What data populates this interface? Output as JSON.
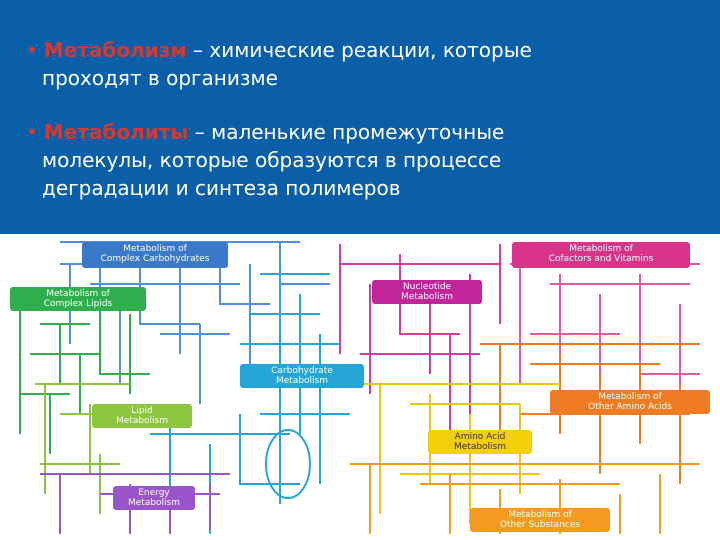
{
  "bullets": [
    {
      "marker": "•",
      "term": "Метаболизм",
      "line1": " – химические реакции, которые",
      "line2": "проходят в организме"
    },
    {
      "marker": "•",
      "term": "Метаболиты",
      "line1": " – маленькие промежуточные",
      "line2": "молекулы, которые образуются в процессе",
      "line3": "деградации и синтеза полимеров"
    }
  ],
  "map_labels": {
    "complex_carbs": [
      "Metabolism of",
      "Complex Carbohydrates"
    ],
    "cofactors": [
      "Metabolism of",
      "Cofactors and Vitamins"
    ],
    "complex_lipids": [
      "Metabolism of",
      "Complex Lipids"
    ],
    "nucleotide": [
      "Nucleotide",
      "Metabolism"
    ],
    "carbohydrate": [
      "Carbohydrate",
      "Metabolism"
    ],
    "other_amino": [
      "Metabolism of",
      "Other Amino Acids"
    ],
    "lipid": [
      "Lipid",
      "Metabolism"
    ],
    "amino_acid": [
      "Amino Acid",
      "Metabolism"
    ],
    "energy": [
      "Energy",
      "Metabolism"
    ],
    "other_substances": [
      "Metabolism of",
      "Other Substances"
    ]
  },
  "colors": {
    "header_bg": "#0a5fa8",
    "term_red": "#d13a33",
    "carbs_blue": "#3a78c9",
    "cofactors_pink": "#d8358a",
    "lipids_green": "#2fae4e",
    "nucleotide_magenta": "#c0259a",
    "carbohydrate_cyan": "#25a6d9",
    "amino_other_orange": "#ef7b22",
    "lipid_lightgreen": "#8cc63e",
    "amino_yellow": "#f2d10c",
    "energy_purple": "#9a55c9",
    "substances_orange": "#f39a1f"
  }
}
